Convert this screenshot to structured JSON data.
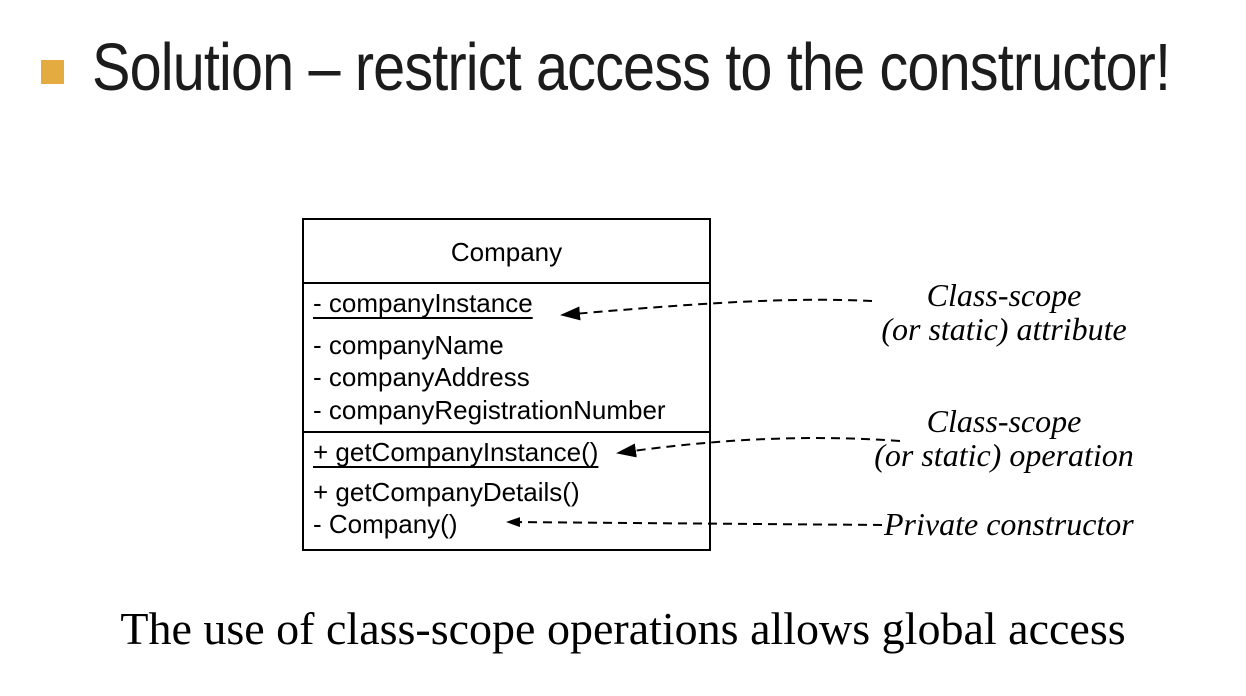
{
  "slide": {
    "title": "Solution – restrict access to the constructor!",
    "bullet_color": "#E4AC40",
    "text_color": "#1c1c1c",
    "footer_caption": "The use of class-scope operations allows global access"
  },
  "uml_class": {
    "name": "Company",
    "attributes": [
      "- companyInstance",
      "- companyName",
      "- companyAddress",
      "- companyRegistrationNumber"
    ],
    "attributes_underlined": [
      true,
      false,
      false,
      false
    ],
    "operations": [
      "+ getCompanyInstance()",
      "+ getCompanyDetails()",
      "- Company()"
    ],
    "operations_underlined": [
      true,
      false,
      false
    ]
  },
  "annotations": {
    "attribute": {
      "line1": "Class-scope",
      "line2": "(or static) attribute"
    },
    "operation": {
      "line1": "Class-scope",
      "line2": "(or static) operation"
    },
    "constructor": {
      "line1": "Private constructor"
    }
  }
}
